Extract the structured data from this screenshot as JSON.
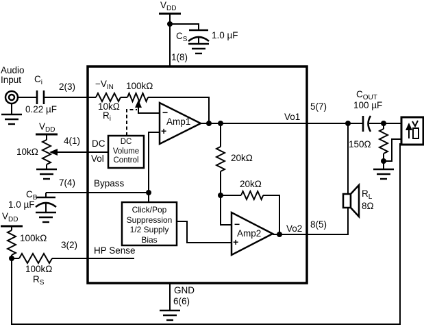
{
  "colors": {
    "line": "#000000",
    "background": "#ffffff"
  },
  "vdd": {
    "base": "V",
    "sub": "DD"
  },
  "audio_input": {
    "line1": "Audio",
    "line2": "Input"
  },
  "pins": {
    "p1": "1(8)",
    "p2": "2(3)",
    "p3": "3(2)",
    "p4": "4(1)",
    "p5": "5(7)",
    "p6": "6(6)",
    "p7": "7(4)",
    "p8": "8(5)"
  },
  "pin_names": {
    "vin_base": "−V",
    "vin_sub": "IN",
    "dc": "DC",
    "vol": "Vol",
    "bypass": "Bypass",
    "hp_sense": "HP Sense",
    "vo1": "Vo1",
    "vo2": "Vo2",
    "gnd": "GND"
  },
  "amps": {
    "amp1": "Amp1",
    "amp2": "Amp2",
    "plus": "+",
    "minus": "−"
  },
  "blocks": {
    "dc_volume_control": [
      "DC",
      "Volume",
      "Control"
    ],
    "click_pop": [
      "Click/Pop",
      "Suppression",
      "1/2 Supply",
      "Bias"
    ]
  },
  "components": {
    "cs_base": "C",
    "cs_sub": "S",
    "cs_value": "1.0 µF",
    "ci_base": "C",
    "ci_sub": "i",
    "ci_value": "0.22 µF",
    "cb_base": "C",
    "cb_sub": "B",
    "cb_value": "1.0 µF",
    "cout_base": "C",
    "cout_sub": "OUT",
    "cout_value": "100 µF",
    "ri_base": "R",
    "ri_sub": "i",
    "ri_value": "10kΩ",
    "pot_internal_value": "100kΩ",
    "r_fb1_value": "20kΩ",
    "r_fb2_value": "20kΩ",
    "pot_dc_value": "10kΩ",
    "r_pullup_value": "100kΩ",
    "rs_base": "R",
    "rs_sub": "S",
    "rs_value": "100kΩ",
    "r_out_value": "150Ω",
    "rl_base": "R",
    "rl_sub": "L",
    "rl_value": "8Ω"
  }
}
